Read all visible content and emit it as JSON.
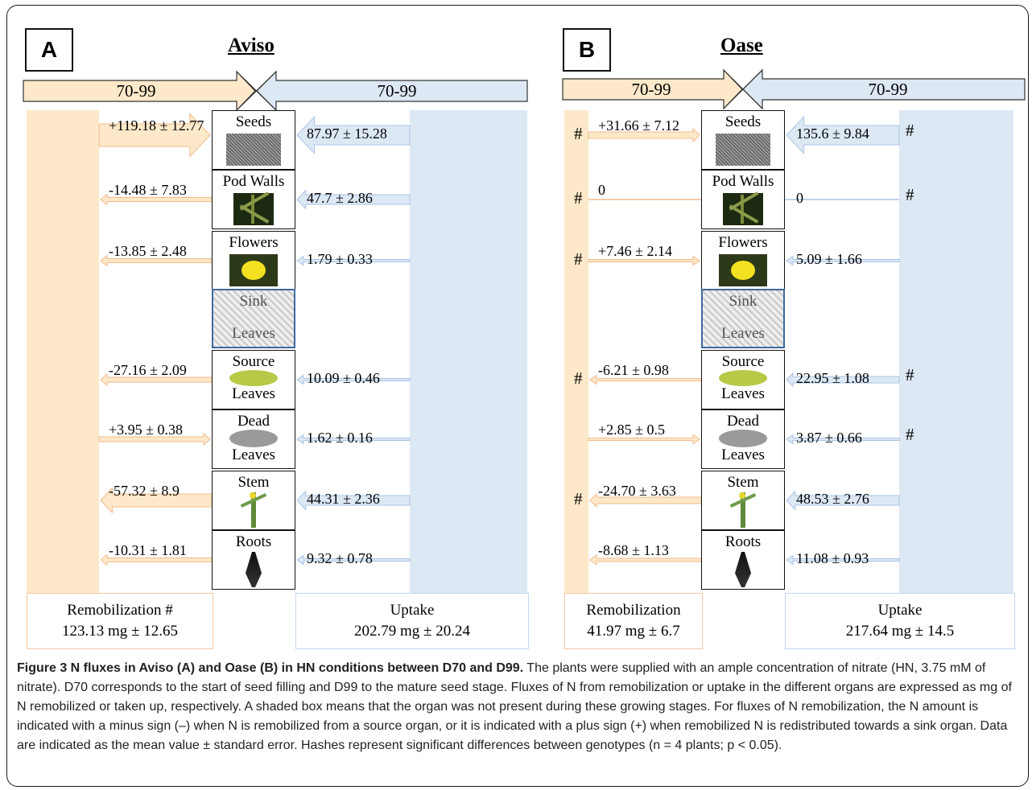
{
  "panels": [
    {
      "letter": "A",
      "title": "Aviso",
      "band_left": "70-99",
      "band_right": "70-99",
      "organs": [
        "Seeds",
        "Pod Walls",
        "Flowers",
        "Sink Leaves",
        "Source Leaves",
        "Dead Leaves",
        "Stem",
        "Roots"
      ],
      "remob_values": [
        "+119.18 ± 12.77",
        "-14.48 ± 7.83",
        "-13.85 ± 2.48",
        "",
        "-27.16 ± 2.09",
        "+3.95 ± 0.38",
        "-57.32 ± 8.9",
        "-10.31 ± 1.81"
      ],
      "uptake_values": [
        "87.97 ± 15.28",
        "47.7 ± 2.86",
        "1.79 ± 0.33",
        "",
        "10.09 ± 0.46",
        "1.62 ± 0.16",
        "44.31 ± 2.36",
        "9.32 ± 0.78"
      ],
      "remob_label": "Remobilization",
      "remob_hash": "#",
      "remob_total": "123.13 mg ± 12.65",
      "uptake_label": "Uptake",
      "uptake_total": "202.79 mg ± 20.24"
    },
    {
      "letter": "B",
      "title": "Oase",
      "band_left": "70-99",
      "band_right": "70-99",
      "organs": [
        "Seeds",
        "Pod Walls",
        "Flowers",
        "Sink Leaves",
        "Source Leaves",
        "Dead Leaves",
        "Stem",
        "Roots"
      ],
      "remob_values": [
        "+31.66 ± 7.12",
        "0",
        "+7.46 ± 2.14",
        "",
        "-6.21 ± 0.98",
        "+2.85 ± 0.5",
        "-24.70 ± 3.63",
        "-8.68 ± 1.13"
      ],
      "uptake_values": [
        "135.6 ± 9.84",
        "0",
        "5.09 ± 1.66",
        "",
        "22.95 ± 1.08",
        "3.87 ± 0.66",
        "48.53 ± 2.76",
        "11.08 ± 0.93"
      ],
      "hash_symbol": "#",
      "remob_label": "Remobilization",
      "remob_total": "41.97 mg ± 6.7",
      "uptake_label": "Uptake",
      "uptake_total": "217.64 mg ± 14.5"
    }
  ],
  "caption": {
    "bold": "Figure 3 N fluxes in Aviso (A) and Oase (B) in HN conditions between D70 and D99.",
    "text": " The plants were supplied with an ample concentration of nitrate (HN, 3.75 mM of nitrate). D70 corresponds to the start of seed filling and D99 to the mature seed stage. Fluxes of N from remobilization or uptake in the different organs are expressed as mg of N remobilized or taken up, respectively. A shaded box means that the organ was not present during these growing stages. For fluxes of N remobilization, the N amount is indicated with a minus sign (–) when N is remobilized from a source organ, or it is indicated with a plus sign (+) when remobilized N is redistributed towards a sink organ. Data are indicated as the mean value ± standard error. Hashes represent significant differences between genotypes (n = 4 plants; p < 0.05)."
  },
  "colors": {
    "remob_fill": "#fde9c9",
    "remob_stroke": "#f2b98a",
    "uptake_fill": "#dde8f5",
    "uptake_stroke": "#a9c4e4"
  }
}
